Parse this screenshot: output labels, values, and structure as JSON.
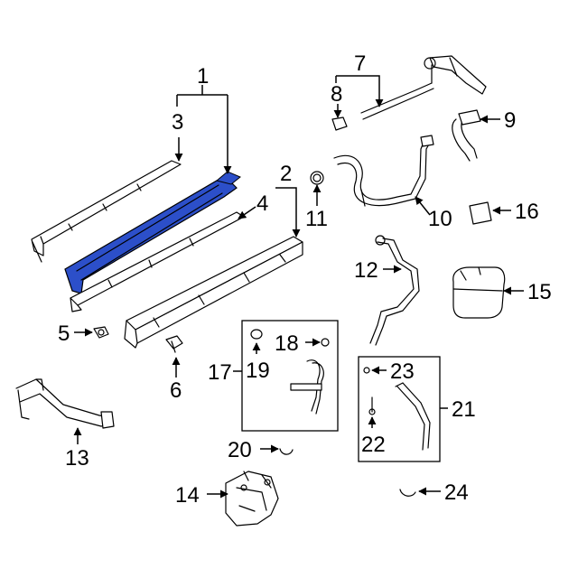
{
  "highlight_color": "#2c4fc9",
  "callouts": {
    "n1": "1",
    "n2": "2",
    "n3": "3",
    "n4": "4",
    "n5": "5",
    "n6": "6",
    "n7": "7",
    "n8": "8",
    "n9": "9",
    "n10": "10",
    "n11": "11",
    "n12": "12",
    "n13": "13",
    "n14": "14",
    "n15": "15",
    "n16": "16",
    "n17": "17",
    "n18": "18",
    "n19": "19",
    "n20": "20",
    "n21": "21",
    "n22": "22",
    "n23": "23",
    "n24": "24"
  }
}
